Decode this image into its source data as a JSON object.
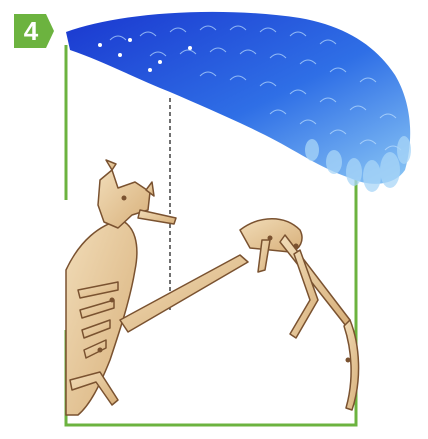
{
  "step": {
    "number": "4",
    "badge_color": "#6cb33f"
  },
  "colors": {
    "frame_green": "#6cb33f",
    "wing_blue_dark": "#1f3fd1",
    "wing_blue_light": "#4da8f0",
    "wood_light": "#e9cfa6",
    "wood_dark": "#7a5230"
  },
  "illustration": {
    "wing": "blue-scaled-wing-piece",
    "model": "wooden-dragon-skeleton-model",
    "guide": "dashed-alignment-line"
  }
}
